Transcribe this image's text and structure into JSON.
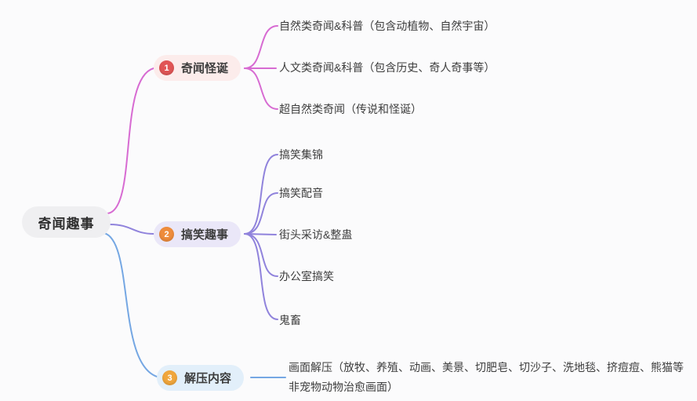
{
  "root": {
    "label": "奇闻趣事"
  },
  "branches": [
    {
      "number": "1",
      "label": "奇闻怪诞",
      "children": [
        "自然类奇闻&科普（包含动植物、自然宇宙）",
        "人文类奇闻&科普（包含历史、奇人奇事等）",
        "超自然类奇闻（传说和怪诞）"
      ]
    },
    {
      "number": "2",
      "label": "搞笑趣事",
      "children": [
        "搞笑集锦",
        "搞笑配音",
        "街头采访&整蛊",
        "办公室搞笑",
        "鬼畜"
      ]
    },
    {
      "number": "3",
      "label": "解压内容",
      "children": [
        "画面解压（放牧、养殖、动画、美景、切肥皂、切沙子、洗地毯、挤痘痘、熊猫等非宠物动物治愈画面）"
      ]
    }
  ],
  "colors": {
    "canvas-bg": "#fbfbfc",
    "root-bg": "#efeff1",
    "text": "#3d3d3d",
    "line-1": "#d76bd2",
    "line-2": "#9083dc",
    "line-3": "#75a7e3",
    "node-1-bg": "#fceceb",
    "node-2-bg": "#eae7f8",
    "node-3-bg": "#e2effa",
    "badge-1": "#e15555",
    "badge-2": "#ee8c3c",
    "badge-3": "#f0a63c"
  }
}
